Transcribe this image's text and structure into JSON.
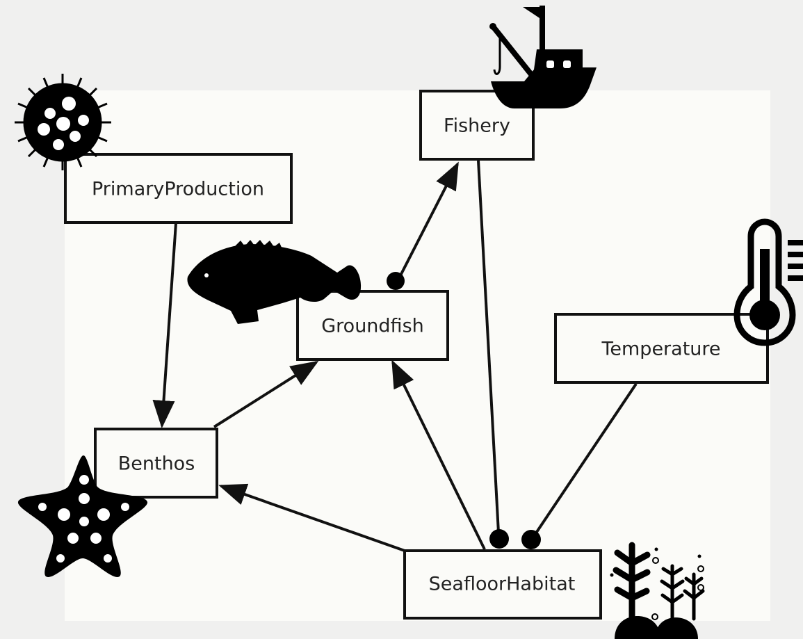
{
  "nodes": {
    "primary_production": "PrimaryProduction",
    "fishery": "Fishery",
    "groundfish": "Groundfish",
    "temperature": "Temperature",
    "benthos": "Benthos",
    "seafloor_habitat": "SeafloorHabitat"
  },
  "edges": [
    {
      "from": "PrimaryProduction",
      "to": "Benthos",
      "head": "arrow"
    },
    {
      "from": "Benthos",
      "to": "Groundfish",
      "head": "arrow"
    },
    {
      "from": "Groundfish",
      "to": "Fishery",
      "head": "arrow",
      "tail": "dot"
    },
    {
      "from": "SeafloorHabitat",
      "to": "Benthos",
      "head": "arrow"
    },
    {
      "from": "SeafloorHabitat",
      "to": "Groundfish",
      "head": "arrow"
    },
    {
      "from": "Fishery",
      "to": "SeafloorHabitat",
      "head": "dot"
    },
    {
      "from": "Temperature",
      "to": "SeafloorHabitat",
      "head": "dot"
    }
  ],
  "icons": {
    "primary_production": "plankton-icon",
    "fishery": "fishing-boat-icon",
    "groundfish": "fish-icon",
    "temperature": "thermometer-icon",
    "benthos": "starfish-icon",
    "seafloor_habitat": "coral-icon"
  },
  "colors": {
    "background": "#f0f0ef",
    "panel": "#fbfbf8",
    "ink": "#111111"
  }
}
